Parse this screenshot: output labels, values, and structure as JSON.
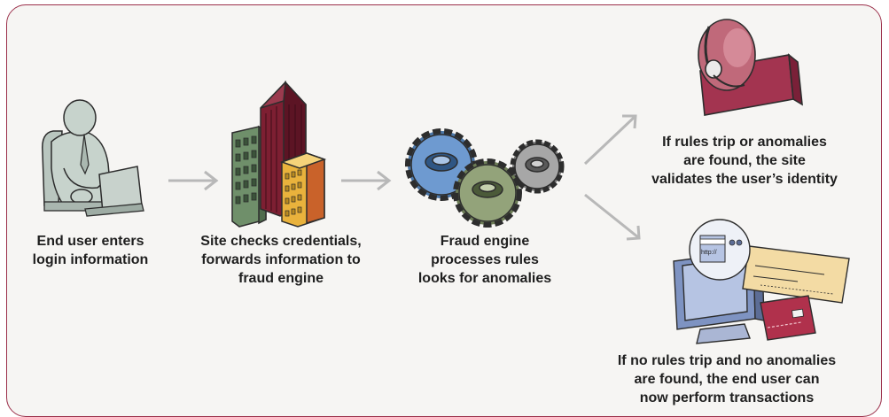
{
  "steps": [
    {
      "caption": "End user enters\nlogin information"
    },
    {
      "caption": "Site checks credentials,\nforwards information to\nfraud engine"
    },
    {
      "caption": "Fraud engine\nprocesses rules\nlooks for anomalies"
    }
  ],
  "outcomes": [
    {
      "caption": "If rules trip or anomalies\nare found, the site\nvalidates the user’s identity"
    },
    {
      "caption": "If no rules trip and no anomalies\nare found, the end user can\nnow perform transactions"
    }
  ],
  "browser_url_text": "http://",
  "colors": {
    "accent": "#9b2f4a",
    "background": "#f6f5f3",
    "arrow": "#b8b8b8"
  }
}
